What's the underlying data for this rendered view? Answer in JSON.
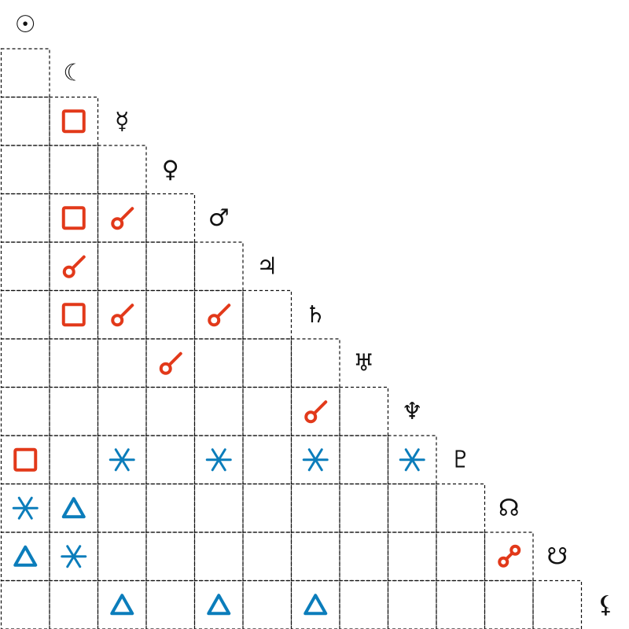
{
  "planets": [
    {
      "name": "sun",
      "glyph": "☉"
    },
    {
      "name": "moon",
      "glyph": "☾"
    },
    {
      "name": "mercury",
      "glyph": "☿"
    },
    {
      "name": "venus",
      "glyph": "♀"
    },
    {
      "name": "mars",
      "glyph": "♂"
    },
    {
      "name": "jupiter",
      "glyph": "♃"
    },
    {
      "name": "saturn",
      "glyph": "♄"
    },
    {
      "name": "uranus",
      "glyph": "♅"
    },
    {
      "name": "neptune",
      "glyph": "♆"
    },
    {
      "name": "pluto",
      "glyph": "♇"
    },
    {
      "name": "north-node",
      "glyph": "☊"
    },
    {
      "name": "south-node",
      "glyph": "☋"
    },
    {
      "name": "lilith",
      "glyph": "⚸"
    }
  ],
  "aspect_colors": {
    "square": "#e2391a",
    "conjunction": "#e2391a",
    "opposition": "#e2391a",
    "sextile": "#0b7dbb",
    "trine": "#0b7dbb"
  },
  "aspects": [
    {
      "planet": "mercury",
      "with": "moon",
      "type": "square"
    },
    {
      "planet": "mars",
      "with": "moon",
      "type": "square"
    },
    {
      "planet": "mars",
      "with": "mercury",
      "type": "conjunction"
    },
    {
      "planet": "jupiter",
      "with": "moon",
      "type": "conjunction"
    },
    {
      "planet": "saturn",
      "with": "moon",
      "type": "square"
    },
    {
      "planet": "saturn",
      "with": "mercury",
      "type": "conjunction"
    },
    {
      "planet": "saturn",
      "with": "mars",
      "type": "conjunction"
    },
    {
      "planet": "uranus",
      "with": "venus",
      "type": "conjunction"
    },
    {
      "planet": "neptune",
      "with": "saturn",
      "type": "conjunction"
    },
    {
      "planet": "pluto",
      "with": "sun",
      "type": "square"
    },
    {
      "planet": "pluto",
      "with": "mercury",
      "type": "sextile"
    },
    {
      "planet": "pluto",
      "with": "mars",
      "type": "sextile"
    },
    {
      "planet": "pluto",
      "with": "saturn",
      "type": "sextile"
    },
    {
      "planet": "pluto",
      "with": "neptune",
      "type": "sextile"
    },
    {
      "planet": "north-node",
      "with": "sun",
      "type": "sextile"
    },
    {
      "planet": "north-node",
      "with": "moon",
      "type": "trine"
    },
    {
      "planet": "south-node",
      "with": "sun",
      "type": "trine"
    },
    {
      "planet": "south-node",
      "with": "moon",
      "type": "sextile"
    },
    {
      "planet": "south-node",
      "with": "north-node",
      "type": "opposition"
    },
    {
      "planet": "lilith",
      "with": "mercury",
      "type": "trine"
    },
    {
      "planet": "lilith",
      "with": "mars",
      "type": "trine"
    },
    {
      "planet": "lilith",
      "with": "saturn",
      "type": "trine"
    }
  ]
}
